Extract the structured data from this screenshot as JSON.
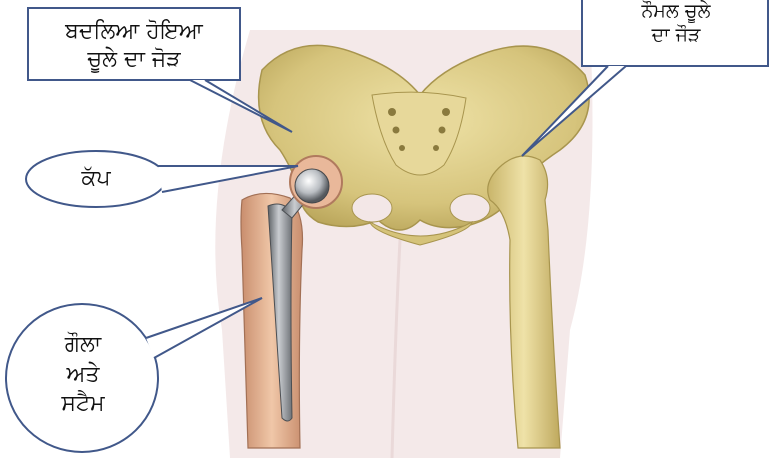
{
  "callouts": {
    "replaced_joint": [
      "ਬਦਲਿਆ ਹੋਇਆ",
      "ਚੂਲੇ ਦਾ ਜੋੜ"
    ],
    "normal_joint": [
      "ਨੌਮਲ ਚੂਲੇ",
      "ਦਾ ਜੌੜ"
    ],
    "cup": "ਕੱਪ",
    "ball_stem": [
      "ਗੌਲਾ",
      "ਅਤੇ",
      "ਸਟੈਮ"
    ]
  },
  "colors": {
    "bone": "#dccf8a",
    "bone_dark": "#b8a55c",
    "implant_metal": "#8a8d92",
    "cup_ring": "#e9b89a",
    "callout_border": "#41588a",
    "body_silhouette": "#f1e4e4"
  }
}
